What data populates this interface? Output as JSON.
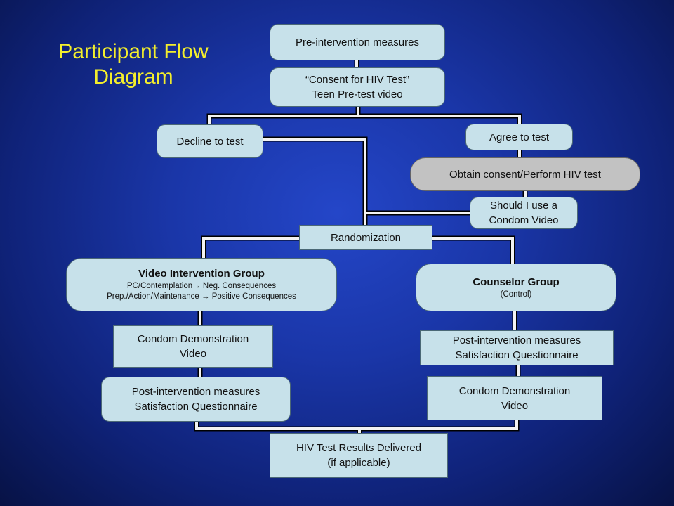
{
  "title": "Participant Flow\nDiagram",
  "nodes": {
    "pre_measures": "Pre-intervention measures",
    "consent": [
      "“Consent for HIV Test”",
      "Teen Pre-test video"
    ],
    "decline": "Decline to test",
    "agree": "Agree to test",
    "obtain_consent": "Obtain consent/Perform HIV test",
    "condom_video_q": [
      "Should I use a",
      "Condom Video"
    ],
    "randomization": "Randomization",
    "video_group": {
      "heading": "Video Intervention Group",
      "line1": "PC/Contemplation→ Neg. Consequences",
      "line2": "Prep./Action/Maintenance → Positive Consequences"
    },
    "counselor_group": {
      "heading": "Counselor Group",
      "sub": "(Control)"
    },
    "left_condom_demo": [
      "Condom Demonstration",
      "Video"
    ],
    "left_post": [
      "Post-intervention measures",
      "Satisfaction Questionnaire"
    ],
    "right_post": [
      "Post-intervention measures",
      "Satisfaction Questionnaire"
    ],
    "right_condom_demo": [
      "Condom Demonstration",
      "Video"
    ],
    "results": [
      "HIV Test Results Delivered",
      "(if applicable)"
    ]
  }
}
